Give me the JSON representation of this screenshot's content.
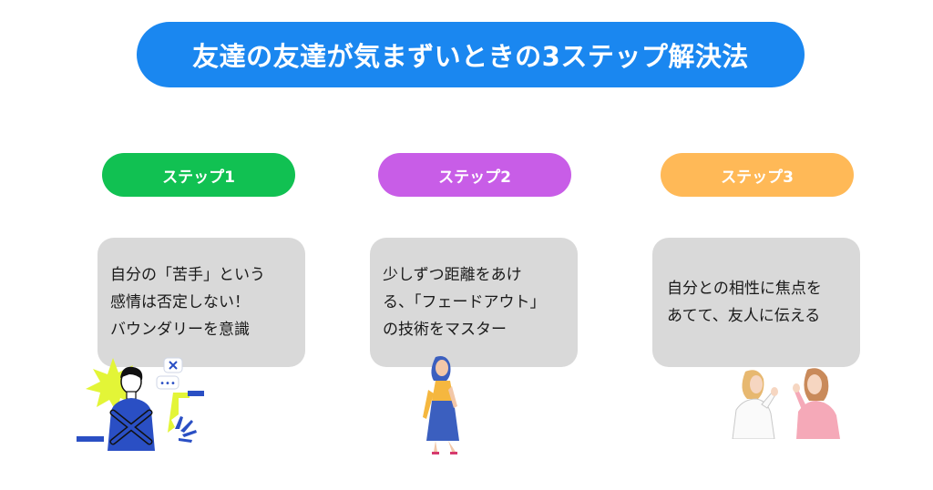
{
  "title": "友達の友達が気まずいときの3ステップ解決法",
  "steps": [
    {
      "label": "ステップ1",
      "color": "#11c152",
      "text": [
        "自分の「苦手」という",
        "感情は否定しない！",
        "バウンダリーを意識"
      ]
    },
    {
      "label": "ステップ2",
      "color": "#c85de7",
      "text": [
        "少しずつ距離をあけ",
        "る、「フェードアウト」",
        "の技術をマスター"
      ]
    },
    {
      "label": "ステップ3",
      "color": "#ffb957",
      "text": [
        "自分との相性に焦点を",
        "あてて、友人に伝える"
      ]
    }
  ],
  "colors": {
    "title_bg": "#1a87f0",
    "card_bg": "#d9d9d9"
  },
  "illustrations": [
    "person-crossing-arms-illustration",
    "woman-walking-away-illustration",
    "two-women-whispering-illustration"
  ]
}
